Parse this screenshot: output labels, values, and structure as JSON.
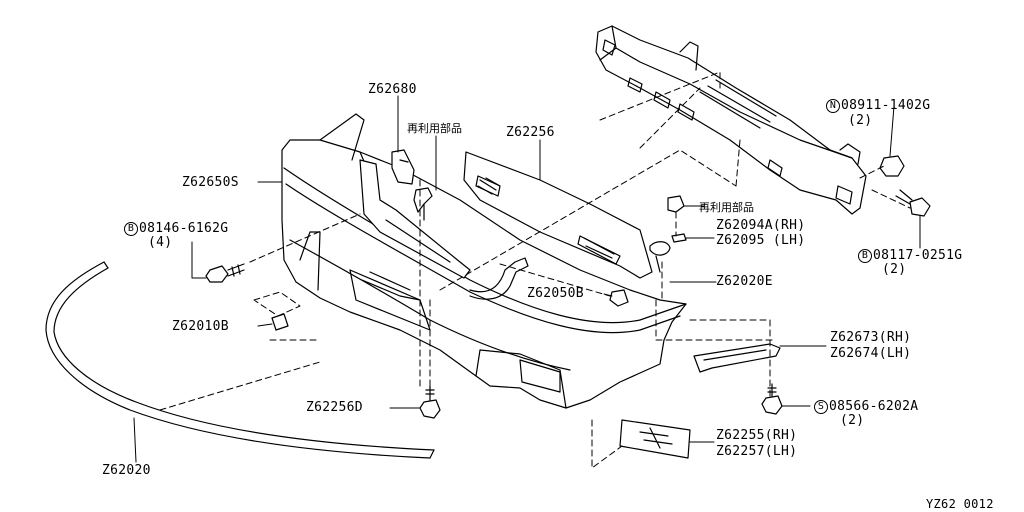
{
  "labels": {
    "z62680": "Z62680",
    "reuse_upper": "再利用部品",
    "z62256": "Z62256",
    "n_prefix": "N",
    "p08911": "08911-1402G",
    "p08911_qty": "(2)",
    "z62650s": "Z62650S",
    "b_prefix_1": "B",
    "p08146": "08146-6162G",
    "p08146_qty": "(4)",
    "reuse_lower": "再利用部品",
    "z62094a": "Z62094A(RH)",
    "z62095": "Z62095 (LH)",
    "b_prefix_2": "B",
    "p08117": "08117-0251G",
    "p08117_qty": "(2)",
    "z62020e": "Z62020E",
    "z62050b": "Z62050B",
    "z62010b": "Z62010B",
    "z62673": "Z62673(RH)",
    "z62674": "Z62674(LH)",
    "z62256d": "Z62256D",
    "s_prefix": "S",
    "p08566": "08566-6202A",
    "p08566_qty": "(2)",
    "z62255": "Z62255(RH)",
    "z62257": "Z62257(LH)",
    "z62020": "Z62020",
    "diagram_code": "YZ62 0012"
  }
}
